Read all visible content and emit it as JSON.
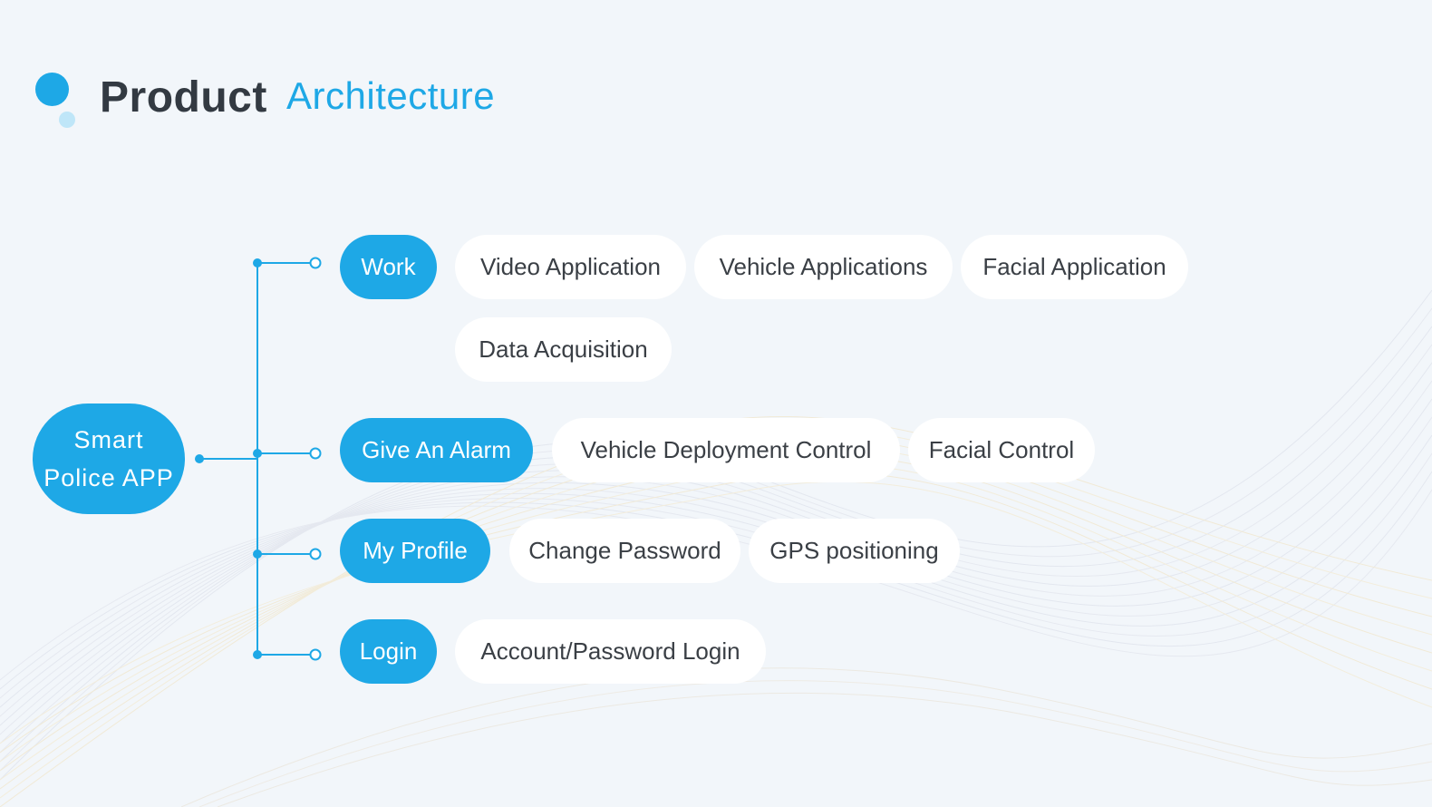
{
  "header": {
    "title_main": "Product",
    "title_accent": "Architecture"
  },
  "root": {
    "line1": "Smart",
    "line2": "Police APP"
  },
  "branches": [
    {
      "label": "Work",
      "items": [
        "Video Application",
        "Vehicle Applications",
        "Facial Application",
        "Data Acquisition"
      ]
    },
    {
      "label": "Give An Alarm",
      "items": [
        "Vehicle Deployment Control",
        "Facial Control"
      ]
    },
    {
      "label": "My Profile",
      "items": [
        "Change Password",
        "GPS positioning"
      ]
    },
    {
      "label": "Login",
      "items": [
        "Account/Password Login"
      ]
    }
  ],
  "colors": {
    "accent": "#1ea8e6",
    "accent_light": "#bfe6f8",
    "title": "#333a42",
    "pill_text": "#3a3f45",
    "background": "#f2f6fa"
  }
}
